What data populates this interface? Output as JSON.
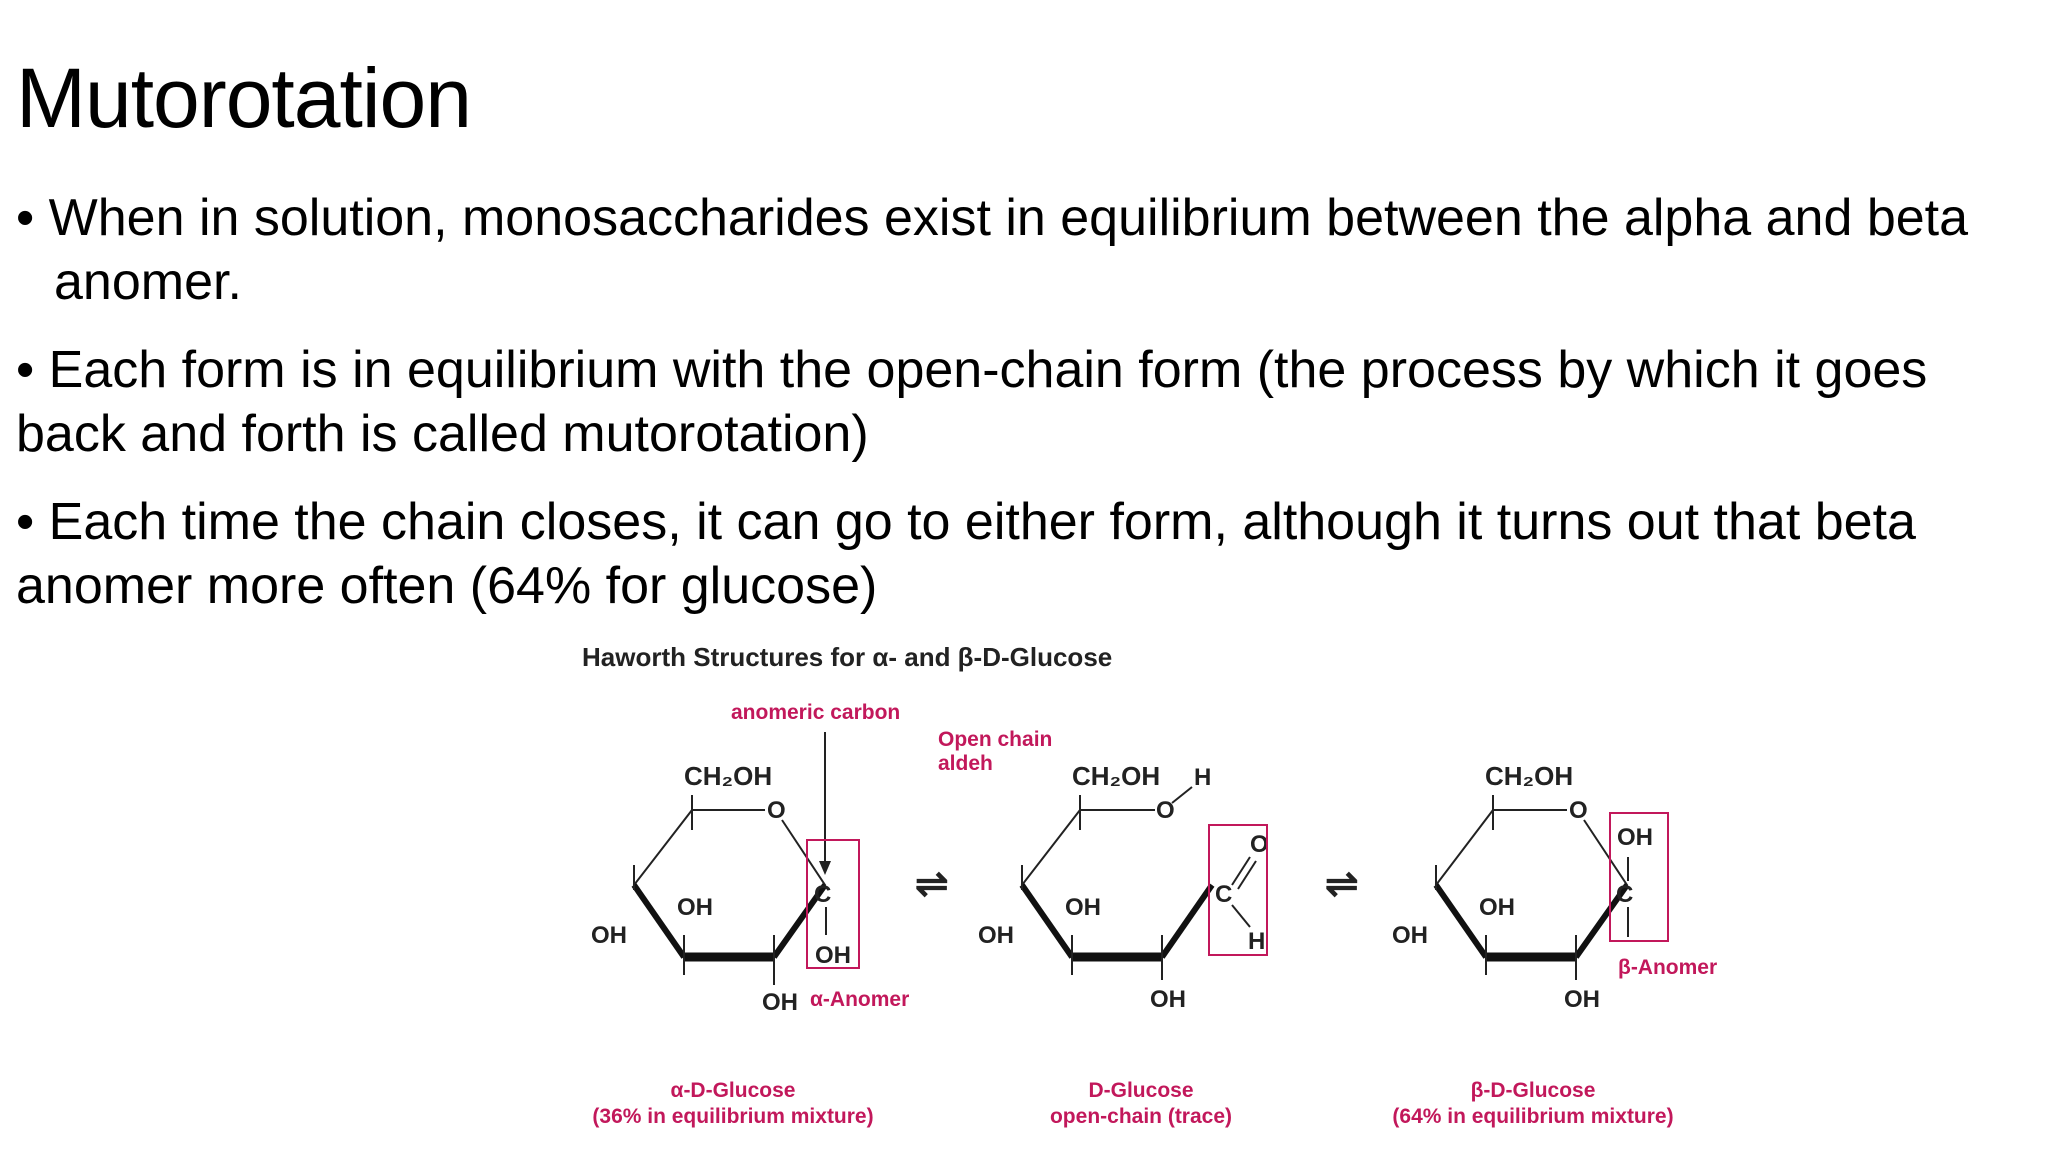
{
  "slide": {
    "title": "Mutorotation",
    "bullets": [
      "• When in solution, monosaccharides exist in equilibrium between the alpha and beta anomer.",
      "• Each form is in equilibrium with the open-chain form (the process by which it goes back and forth is called mutorotation)",
      "• Each time the chain closes, it can go to either form, although it turns out that beta anomer more often (64% for glucose)"
    ]
  },
  "figure": {
    "title": "Haworth Structures for α- and β-D-Glucose",
    "annotation_anomeric": "anomeric carbon",
    "annotation_open_chain_1": "Open chain",
    "annotation_open_chain_2": "aldeh",
    "label_ch2oh": "CH₂OH",
    "label_oh": "OH",
    "label_o": "O",
    "label_c": "C",
    "label_h": "H",
    "alpha_anomer_label": "α-Anomer",
    "beta_anomer_label": "β-Anomer",
    "caption_alpha_1": "α-D-Glucose",
    "caption_alpha_2": "(36% in equilibrium mixture)",
    "caption_open_1": "D-Glucose",
    "caption_open_2": "open-chain (trace)",
    "caption_beta_1": "β-D-Glucose",
    "caption_beta_2": "(64% in equilibrium mixture)",
    "equilibrium_arrow": "⇌",
    "accent_color": "#c2185b"
  }
}
